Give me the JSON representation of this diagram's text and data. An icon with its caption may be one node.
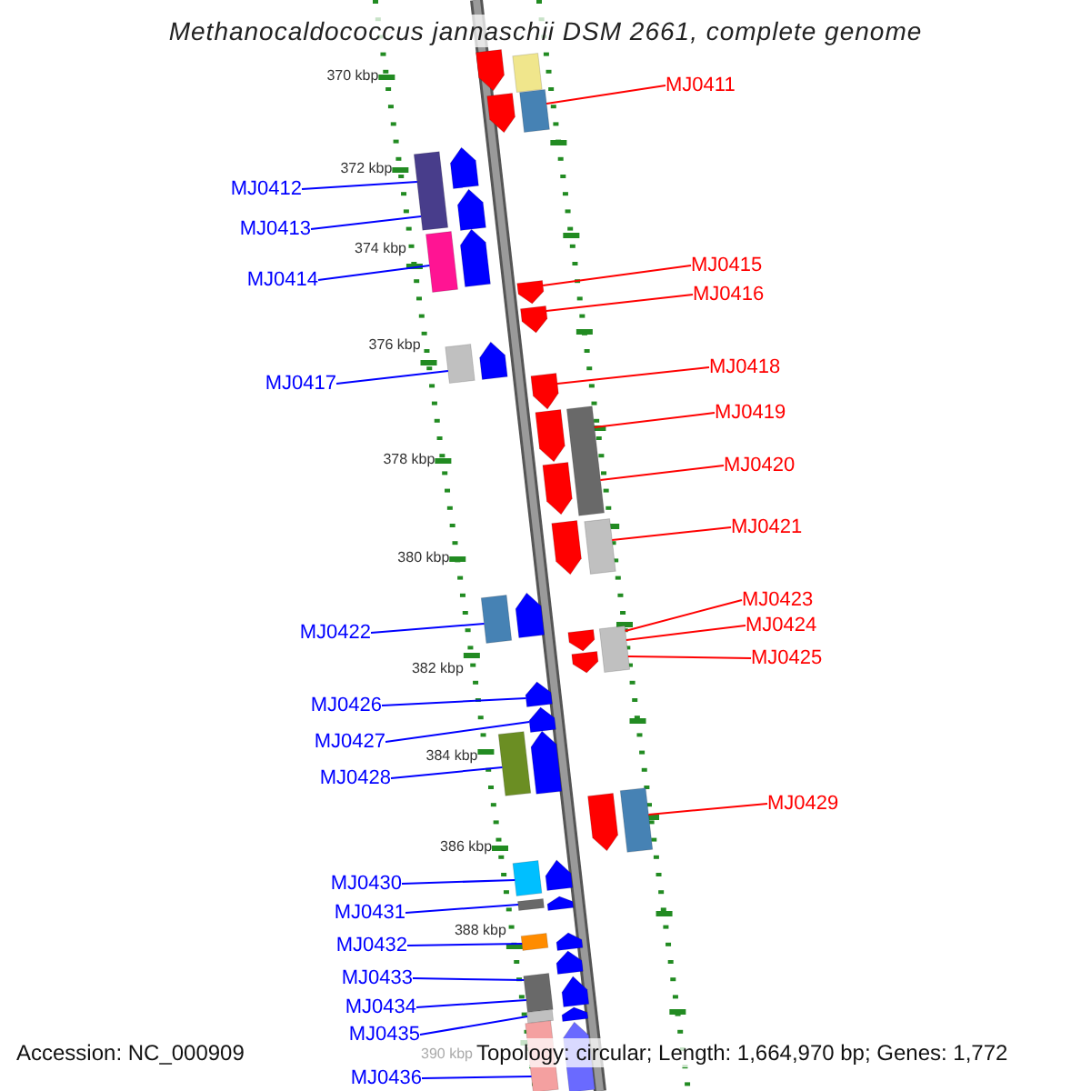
{
  "diagram": {
    "title": "Methanocaldococcus jannaschii DSM 2661, complete genome",
    "nodes": [
      {
        "text": [
          "MJ0411"
        ]
      },
      {
        "text": [
          "MJ0412"
        ]
      },
      {
        "text": [
          "MJ0413"
        ]
      },
      {
        "text": [
          "MJ0414"
        ]
      },
      {
        "text": [
          "MJ0415"
        ]
      },
      {
        "text": [
          "MJ0416"
        ]
      },
      {
        "text": [
          "MJ0417"
        ]
      },
      {
        "text": [
          "MJ0418"
        ]
      },
      {
        "text": [
          "MJ0419"
        ]
      },
      {
        "text": [
          "MJ0420"
        ]
      },
      {
        "text": [
          "MJ0421"
        ]
      },
      {
        "text": [
          "MJ0422"
        ]
      },
      {
        "text": [
          "MJ0423"
        ]
      },
      {
        "text": [
          "MJ0424"
        ]
      },
      {
        "text": [
          "MJ0425"
        ]
      },
      {
        "text": [
          "MJ0426"
        ]
      },
      {
        "text": [
          "MJ0427"
        ]
      },
      {
        "text": [
          "MJ0428"
        ]
      },
      {
        "text": [
          "MJ0429"
        ]
      },
      {
        "text": [
          "MJ0430"
        ]
      },
      {
        "text": [
          "MJ0431"
        ]
      },
      {
        "text": [
          "MJ0432"
        ]
      },
      {
        "text": [
          "MJ0433"
        ]
      },
      {
        "text": [
          "MJ0434"
        ]
      },
      {
        "text": [
          "MJ0435"
        ]
      },
      {
        "text": [
          "MJ0436"
        ]
      },
      {
        "text": [],
        "shape": "pentagon"
      },
      {
        "text": [],
        "shape": "pentagon"
      },
      {
        "text": [],
        "shape": "box"
      },
      {
        "text": [],
        "shape": "box"
      },
      {
        "text": [],
        "shape": "box"
      },
      {
        "text": [],
        "shape": "pentagon"
      },
      {
        "text": [],
        "shape": "pentagon"
      },
      {
        "text": [],
        "shape": "box"
      },
      {
        "text": [],
        "shape": "pentagon"
      },
      {
        "text": [],
        "shape": "pentagon"
      },
      {
        "text": [],
        "shape": "pentagon"
      },
      {
        "text": [],
        "shape": "box"
      },
      {
        "text": [],
        "shape": "pentagon"
      },
      {
        "text": [],
        "shape": "pentagon"
      },
      {
        "text": [],
        "shape": "pentagon"
      },
      {
        "text": [],
        "shape": "pentagon"
      },
      {
        "text": [],
        "shape": "pentagon"
      },
      {
        "text": [],
        "shape": "box"
      },
      {
        "text": [],
        "shape": "box"
      },
      {
        "text": [],
        "shape": "box"
      },
      {
        "text": [],
        "shape": "pentagon"
      },
      {
        "text": [],
        "shape": "pentagon"
      },
      {
        "text": [],
        "shape": "pentagon"
      },
      {
        "text": [],
        "shape": "box"
      },
      {
        "text": [],
        "shape": "pentagon"
      },
      {
        "text": [],
        "shape": "pentagon"
      },
      {
        "text": [],
        "shape": "pentagon"
      },
      {
        "text": [],
        "shape": "box"
      },
      {
        "text": [],
        "shape": "pentagon"
      },
      {
        "text": [],
        "shape": "box"
      },
      {
        "text": [],
        "shape": "box"
      },
      {
        "text": [],
        "shape": "pentagon"
      },
      {
        "text": [],
        "shape": "box"
      },
      {
        "text": [],
        "shape": "pentagon"
      },
      {
        "text": [],
        "shape": "box"
      },
      {
        "text": [],
        "shape": "pentagon"
      },
      {
        "text": [],
        "shape": "pentagon"
      },
      {
        "text": [],
        "shape": "box"
      },
      {
        "text": [],
        "shape": "pentagon"
      },
      {
        "text": [],
        "shape": "pentagon"
      },
      {
        "text": [],
        "shape": "box"
      },
      {
        "text": [],
        "shape": "box"
      },
      {
        "text": [],
        "shape": "pentagon"
      }
    ],
    "edges": [
      {
        "from": 0,
        "to": 29,
        "arrow": "none",
        "color": "#ff0000"
      },
      {
        "from": 1,
        "to": 30,
        "arrow": "none"
      },
      {
        "from": 2,
        "to": 30,
        "arrow": "none"
      },
      {
        "from": 3,
        "to": 33,
        "arrow": "none"
      },
      {
        "from": 4,
        "to": 35,
        "arrow": "none",
        "color": "#ff0000"
      },
      {
        "from": 5,
        "to": 36,
        "arrow": "none",
        "color": "#ff0000"
      },
      {
        "from": 6,
        "to": 37,
        "arrow": "none"
      },
      {
        "from": 7,
        "to": 39,
        "arrow": "none",
        "color": "#ff0000"
      },
      {
        "from": 8,
        "to": 43,
        "arrow": "none",
        "color": "#ff0000"
      },
      {
        "from": 9,
        "to": 43,
        "arrow": "none",
        "color": "#ff0000"
      },
      {
        "from": 10,
        "to": 44,
        "arrow": "none",
        "color": "#ff0000"
      },
      {
        "from": 11,
        "to": 45,
        "arrow": "none"
      },
      {
        "from": 12,
        "to": 49,
        "arrow": "none",
        "color": "#ff0000"
      },
      {
        "from": 13,
        "to": 49,
        "arrow": "none",
        "color": "#ff0000"
      },
      {
        "from": 14,
        "to": 49,
        "arrow": "none",
        "color": "#ff0000"
      },
      {
        "from": 15,
        "to": 50,
        "arrow": "none"
      },
      {
        "from": 16,
        "to": 51,
        "arrow": "none"
      },
      {
        "from": 17,
        "to": 53,
        "arrow": "none"
      },
      {
        "from": 18,
        "to": 55,
        "arrow": "none",
        "color": "#ff0000"
      },
      {
        "from": 19,
        "to": 56,
        "arrow": "none"
      },
      {
        "from": 20,
        "to": 58,
        "arrow": "none"
      },
      {
        "from": 21,
        "to": 60,
        "arrow": "none"
      },
      {
        "from": 22,
        "to": 63,
        "arrow": "none"
      },
      {
        "from": 23,
        "to": 63,
        "arrow": "none"
      },
      {
        "from": 24,
        "to": 66,
        "arrow": "none"
      },
      {
        "from": 25,
        "to": 67,
        "arrow": "none"
      }
    ],
    "labels": [
      "370 kbp",
      "372 kbp",
      "374 kbp",
      "376 kbp",
      "378 kbp",
      "380 kbp",
      "382 kbp",
      "384 kbp",
      "386 kbp",
      "388 kbp",
      "390 kbp",
      "Accession: NC_000909",
      "Topology: circular; Length: 1,664,970 bp; Genes: 1,772"
    ]
  }
}
